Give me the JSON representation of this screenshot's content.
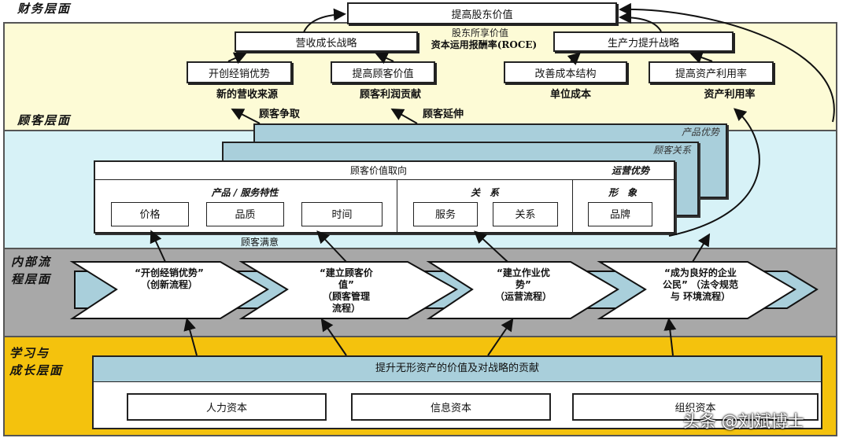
{
  "perspectives": {
    "financial": "财务层面",
    "customer": "顾客层面",
    "internal_process": "内部流\n程层面",
    "learning_growth": "学习与\n成长层面"
  },
  "financial": {
    "top_goal": "提高股东价值",
    "metrics": [
      "股东所享价值",
      "资本运用报酬率(ROCE)"
    ],
    "strategies": [
      "营收成长战略",
      "生产力提升战略"
    ],
    "objectives": [
      "开创经销优势",
      "提高顾客价值",
      "改善成本结构",
      "提高资产利用率"
    ],
    "measures": [
      "新的营收来源",
      "顾客利润贡献",
      "单位成本",
      "资产利用率"
    ]
  },
  "customer": {
    "links": [
      "顾客争取",
      "顾客延伸"
    ],
    "layers": [
      "产品优势",
      "顾客关系"
    ],
    "value_proposition": "顾客价值取向",
    "operational_excellence": "运营优势",
    "groups": [
      {
        "title": "产品 / 服务特性",
        "items": [
          "价格",
          "品质",
          "时间"
        ]
      },
      {
        "title": "关　系",
        "items": [
          "服务",
          "关系"
        ]
      },
      {
        "title": "形　象",
        "items": [
          "品牌"
        ]
      }
    ],
    "satisfaction": "顾客满意"
  },
  "internal_process": {
    "processes": [
      {
        "l1": "“开创经销优势”",
        "l2": "（创新流程）",
        "l3": "",
        "l4": ""
      },
      {
        "l1": "“建立顾客价",
        "l2": "值”",
        "l3": "（顾客管理",
        "l4": "流程）"
      },
      {
        "l1": "“建立作业优",
        "l2": "势”",
        "l3": "（运营流程）",
        "l4": ""
      },
      {
        "l1": "“成为良好的企业",
        "l2": "公民” （法令规范",
        "l3": "与 环境流程）",
        "l4": ""
      }
    ]
  },
  "learning_growth": {
    "banner": "提升无形资产的价值及对战略的贡献",
    "capitals": [
      "人力资本",
      "信息资本",
      "组织资本"
    ]
  },
  "watermark": "头条 @刘斌博士",
  "colors": {
    "financial_bg": "#fdfbd6",
    "customer_bg": "#d7f2f7",
    "process_bg": "#a8a8a8",
    "learning_bg": "#f4c20d",
    "accent_blue": "#a9cfdb"
  }
}
